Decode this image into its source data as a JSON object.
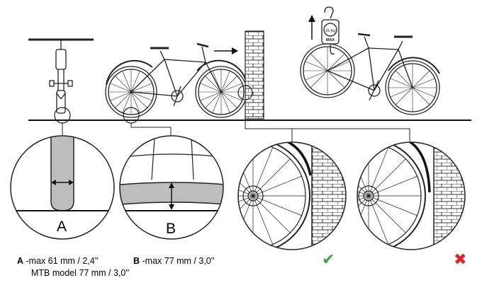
{
  "labels": {
    "detail_a": "A",
    "detail_b": "B",
    "weight_tag_top": "15 Kg",
    "weight_tag_bottom": "MAX"
  },
  "notes": {
    "a_key": "A",
    "a_text": " -max 61 mm / 2,4''",
    "a_text_2": "MTB model 77 mm / 3,0''",
    "b_key": "B",
    "b_text": " -max 77 mm / 3,0''"
  },
  "marks": {
    "correct": "✔",
    "incorrect": "✖"
  },
  "colors": {
    "line": "#1a1a1a",
    "tire_fill": "#bdbdbd",
    "correct": "#3aa843",
    "incorrect": "#e2232a"
  },
  "icons": [
    "bicycle-front-icon",
    "bicycle-side-icon",
    "arrow-right-icon",
    "brick-wall-icon",
    "hanging-scale-icon",
    "arrow-up-icon",
    "wheel-icon",
    "checkmark-icon",
    "cross-icon"
  ]
}
